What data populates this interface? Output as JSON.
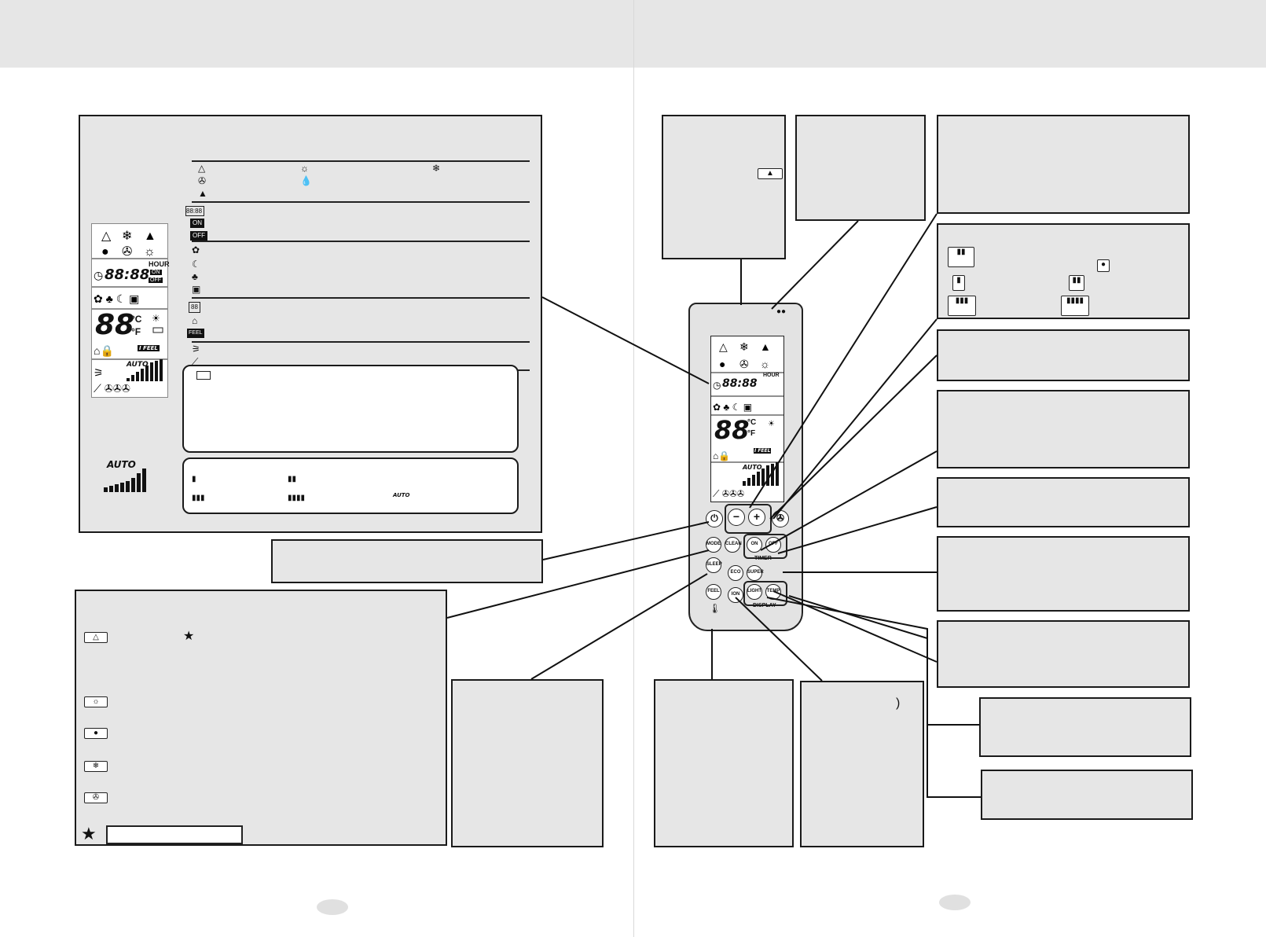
{
  "lcd": {
    "time_digits": "88:88",
    "hour_label": "HOUR",
    "on_label": "ON",
    "off_label": "OFF",
    "temp_digits": "88",
    "celsius": "°C",
    "fahrenheit": "°F",
    "ifeel_label": "I FEEL",
    "auto_label": "AUTO"
  },
  "legend": {
    "timer_on": "ON",
    "timer_off": "OFF",
    "feel": "FEEL",
    "temp_display": "88"
  },
  "fan": {
    "auto_label": "AUTO"
  },
  "remote": {
    "mode": "MODE",
    "clean": "CLEAN",
    "timer_on": "ON",
    "timer_off": "OFF",
    "timer_label": "TIMER",
    "sleep": "SLEEP",
    "eco": "ECO",
    "turbo": "SUPER",
    "feel": "FEEL",
    "ion": "ION",
    "light": "LIGHT",
    "temp": "TEMP",
    "display_label": "DISPLAY"
  },
  "modes": {
    "star": "★",
    "close_paren": ")"
  }
}
